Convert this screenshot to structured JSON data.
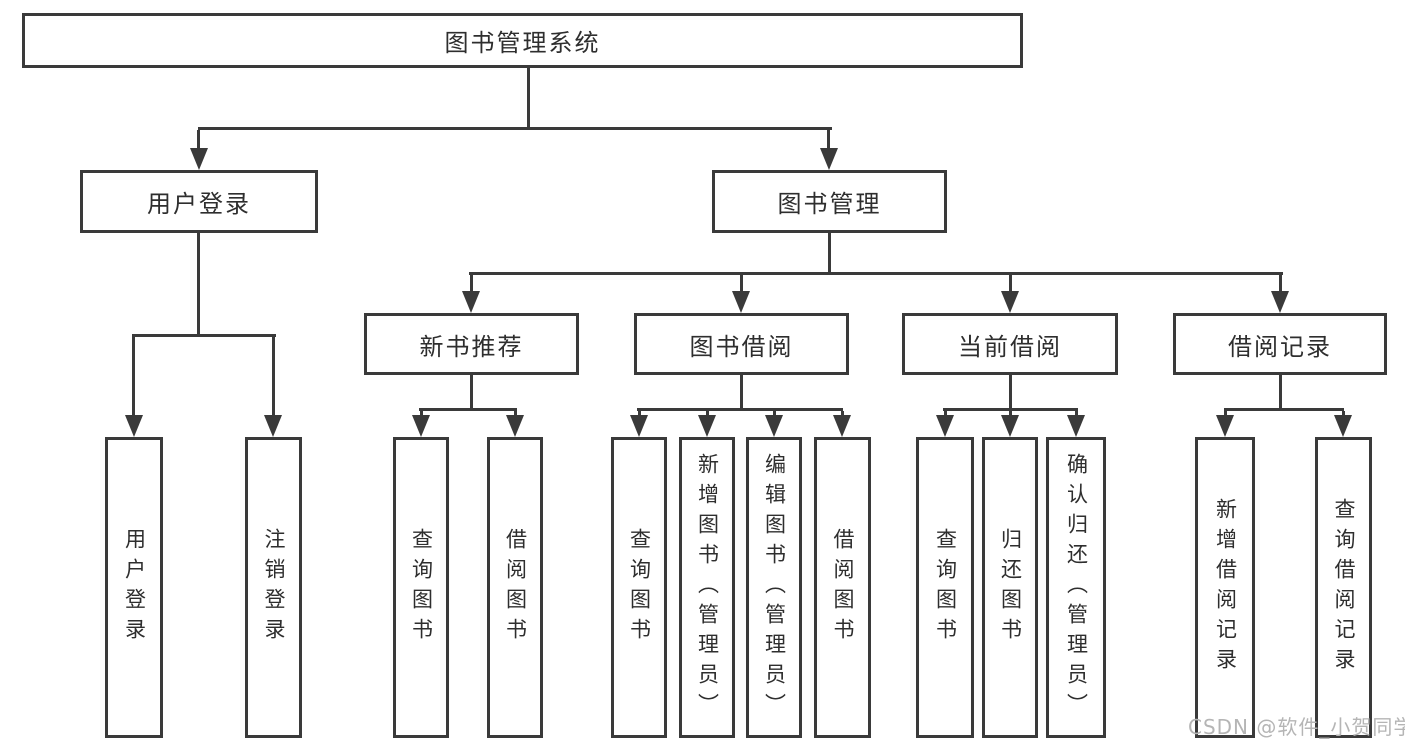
{
  "diagram": {
    "title": "图书管理系统",
    "level2": {
      "user_login": "用户登录",
      "book_management": "图书管理"
    },
    "level3": {
      "new_book_recommend": "新书推荐",
      "book_borrow": "图书借阅",
      "current_borrow": "当前借阅",
      "borrow_records": "借阅记录"
    },
    "leaves": {
      "user_login": [
        "用户登录",
        "注销登录"
      ],
      "new_book_recommend": [
        "查询图书",
        "借阅图书"
      ],
      "book_borrow": [
        "查询图书",
        "新增图书（管理员）",
        "编辑图书（管理员）",
        "借阅图书"
      ],
      "current_borrow": [
        "查询图书",
        "归还图书",
        "确认归还（管理员）"
      ],
      "borrow_records": [
        "新增借阅记录",
        "查询借阅记录"
      ]
    },
    "watermark": "CSDN @软件_小贺同学",
    "colors": {
      "line": "#3a3a3a",
      "text": "#2e2e2e",
      "watermark": "#b5b5b5"
    }
  }
}
